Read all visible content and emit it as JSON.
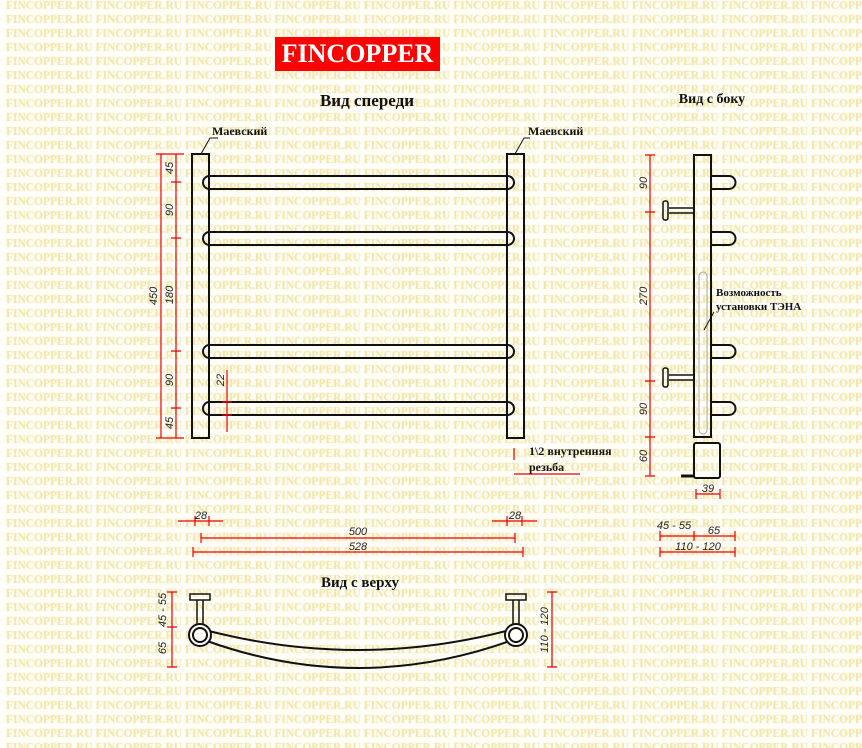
{
  "watermark": "FINCOPPER.RU",
  "logo": "FINCOPPER",
  "front_view": {
    "title": "Вид спереди",
    "valve_left": "Маевский",
    "valve_right": "Маевский",
    "thread_note_1": "1\\2 внутренняя",
    "thread_note_2": "резьба",
    "dim_total_height": "450",
    "dims_vertical": [
      "45",
      "90",
      "180",
      "90",
      "45"
    ],
    "dim_pipe": "22",
    "dim_left_offset": "28",
    "dim_right_offset": "28",
    "dim_center": "500",
    "dim_total_width": "528"
  },
  "side_view": {
    "title": "Вид с боку",
    "heater_note_1": "Возможность",
    "heater_note_2": "установки ТЭНА",
    "dims_vertical": [
      "90",
      "270",
      "90",
      "60"
    ],
    "dim_heater": "39",
    "dim_wall": "45 - 55",
    "dim_depth": "65",
    "dim_total": "110 - 120"
  },
  "top_view": {
    "title": "Вид с верху",
    "dim_wall": "45 - 55",
    "dim_depth": "65",
    "dim_total": "110 - 120"
  }
}
